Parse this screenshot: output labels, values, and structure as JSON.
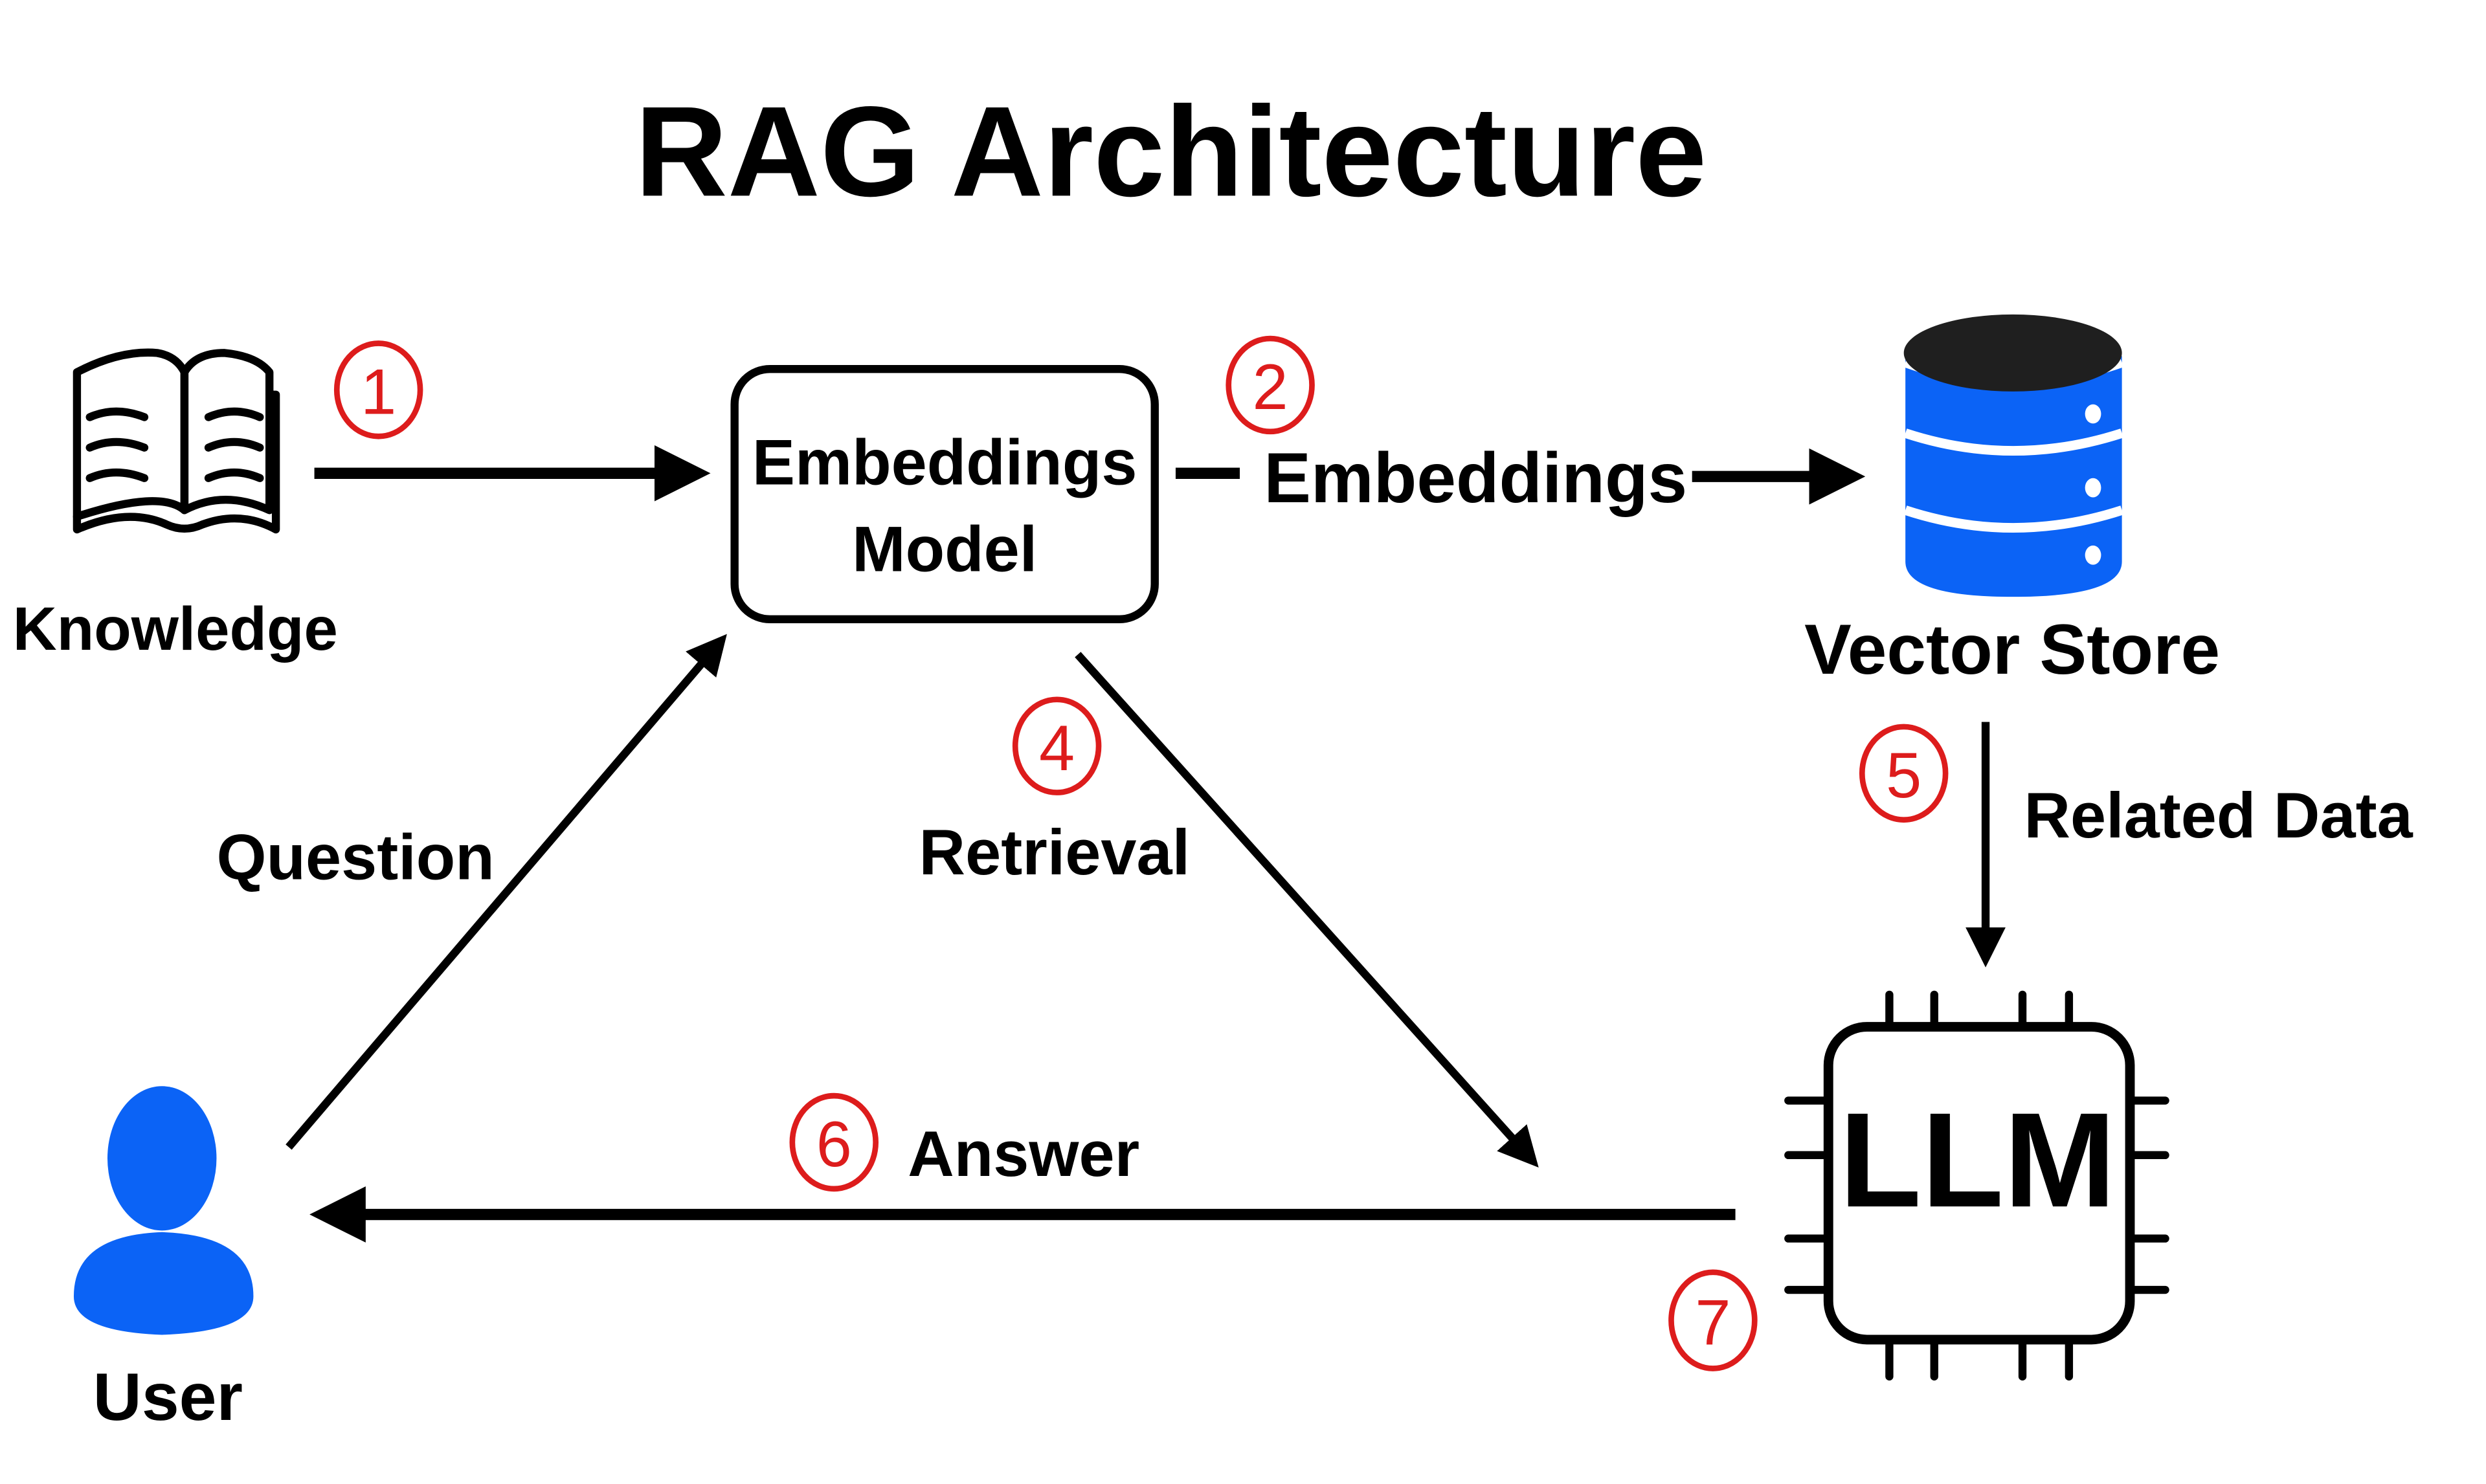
{
  "title": "RAG Architecture",
  "colors": {
    "text": "#000000",
    "step_marker": "#DD1C1C",
    "accent_blue": "#0B63F6",
    "db_top": "#1F1F1F",
    "background": "#FFFFFF"
  },
  "nodes": {
    "knowledge": {
      "label": "Knowledge",
      "icon": "open-book-icon"
    },
    "embeddings_model": {
      "label_line1": "Embeddings",
      "label_line2": "Model"
    },
    "vector_store": {
      "label": "Vector Store",
      "icon": "database-icon"
    },
    "llm": {
      "label": "LLM",
      "icon": "chip-icon"
    },
    "user": {
      "label": "User",
      "icon": "user-icon"
    }
  },
  "edges": {
    "knowledge_to_model": {
      "step": "1",
      "label": ""
    },
    "model_to_store": {
      "step": "2",
      "label": "Embeddings"
    },
    "user_to_model": {
      "step": "",
      "label": "Question"
    },
    "model_to_llm": {
      "step": "4",
      "label": "Retrieval"
    },
    "store_to_llm": {
      "step": "5",
      "label": "Related Data"
    },
    "llm_to_user": {
      "step": "6",
      "label": "Answer"
    },
    "llm_step": {
      "step": "7"
    }
  }
}
